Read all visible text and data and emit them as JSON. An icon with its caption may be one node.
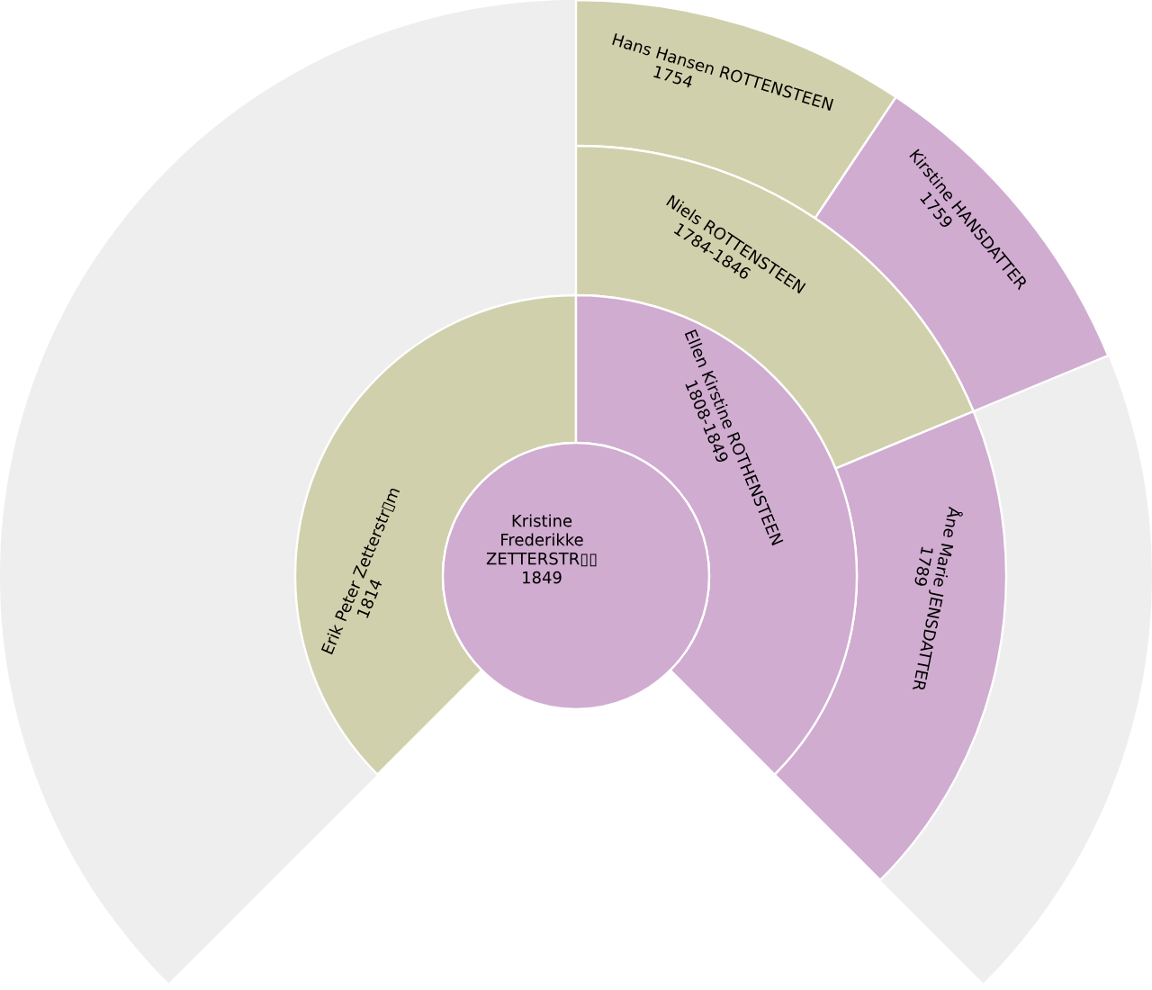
{
  "diagram": {
    "nodes": [
      {
        "text": [
          "Kristine Frederikke ZETTERSTR▯▯",
          "1849"
        ]
      },
      {
        "text": [
          "Erik Peter Zetterstr▯m",
          "1814"
        ]
      },
      {
        "text": [
          "Ellen Kirstine ROTHENSTEEN",
          "1808-1849"
        ]
      },
      {
        "text": [
          "Niels ROTTENSTEEN",
          "1784-1846"
        ]
      },
      {
        "text": [
          "Åne Marie JENSDATTER",
          "1789"
        ]
      },
      {
        "text": [
          "Hans Hansen ROTTENSTEEN",
          "1754"
        ]
      },
      {
        "text": [
          "Kirstine HANSDATTER",
          "1759"
        ]
      }
    ]
  }
}
